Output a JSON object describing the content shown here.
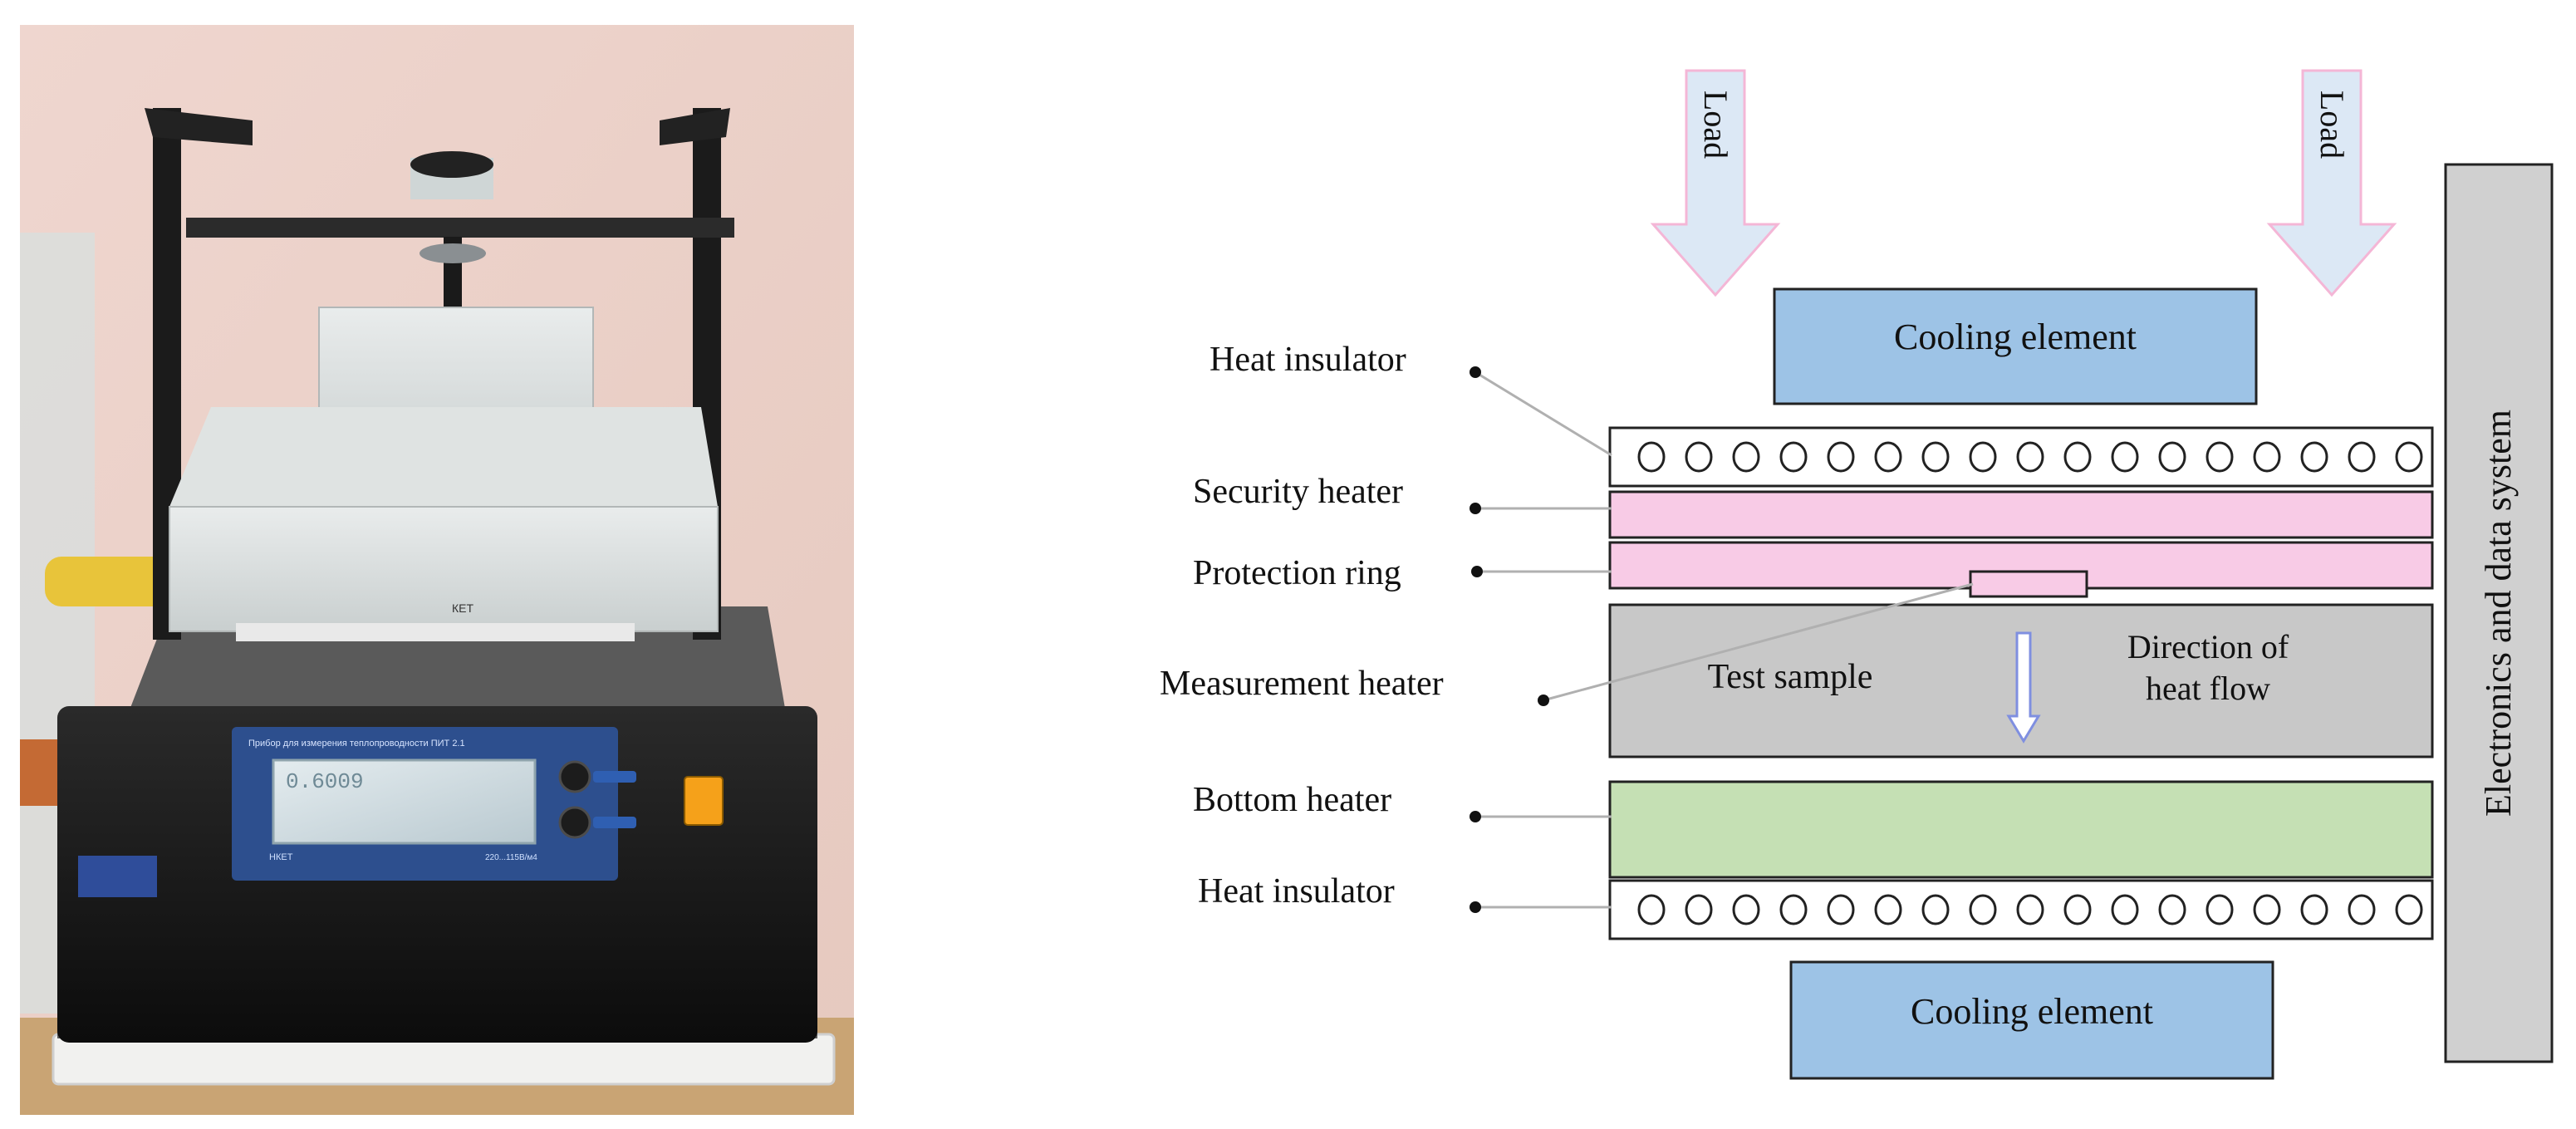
{
  "photo": {
    "display_title": "Прибор для измерения теплопроводности ПИТ 2.1",
    "display_value": "0.6009",
    "brand": "НКЕТ",
    "spec": "220...115В/м4",
    "sticker": "КЕТ"
  },
  "diagram": {
    "load_left": "Load",
    "load_right": "Load",
    "cooling_top": "Cooling element",
    "cooling_bottom": "Cooling element",
    "electronics": "Electronics and data system",
    "test_sample": "Test sample",
    "direction_line1": "Direction of",
    "direction_line2": "heat flow",
    "labels": {
      "heat_insulator_top": "Heat insulator",
      "security_heater": "Security heater",
      "protection_ring": "Protection ring",
      "measurement_heater": "Measurement heater",
      "bottom_heater": "Bottom heater",
      "heat_insulator_bottom": "Heat insulator"
    },
    "colors": {
      "cooling": "#9dc3e6",
      "heater_pink": "#f8cbe6",
      "sample_gray": "#c8c8c8",
      "bottom_heater_green": "#c5e0b4",
      "electronics_gray": "#d0d0d0",
      "load_arrow_fill": "#dce8f5",
      "load_arrow_stroke": "#f4b6d6"
    }
  }
}
